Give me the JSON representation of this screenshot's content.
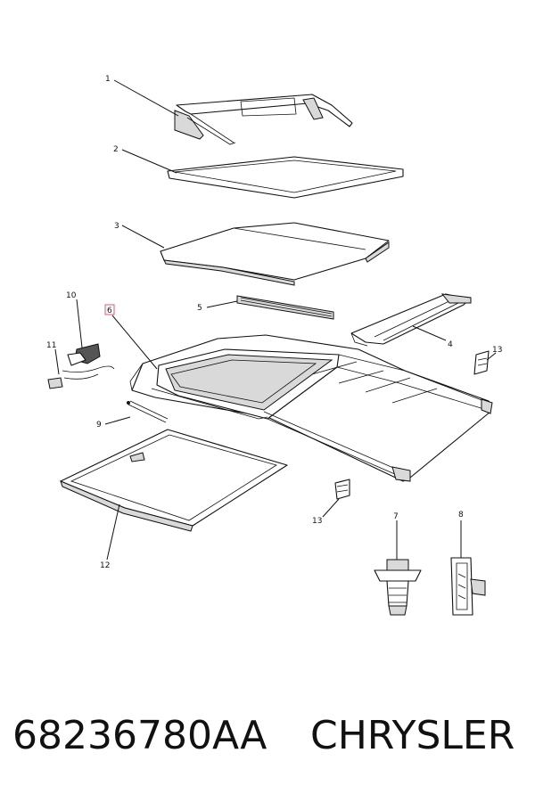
{
  "callouts": {
    "c1": "1",
    "c2": "2",
    "c3": "3",
    "c4": "4",
    "c5": "5",
    "c6": "6",
    "c7": "7",
    "c8": "8",
    "c9": "9",
    "c10": "10",
    "c11": "11",
    "c12": "12",
    "c13a": "13",
    "c13b": "13"
  },
  "footer": {
    "part_number": "68236780AA",
    "brand": "CHRYSLER"
  },
  "colors": {
    "line": "#111111",
    "highlight_box": "#e0557a"
  }
}
